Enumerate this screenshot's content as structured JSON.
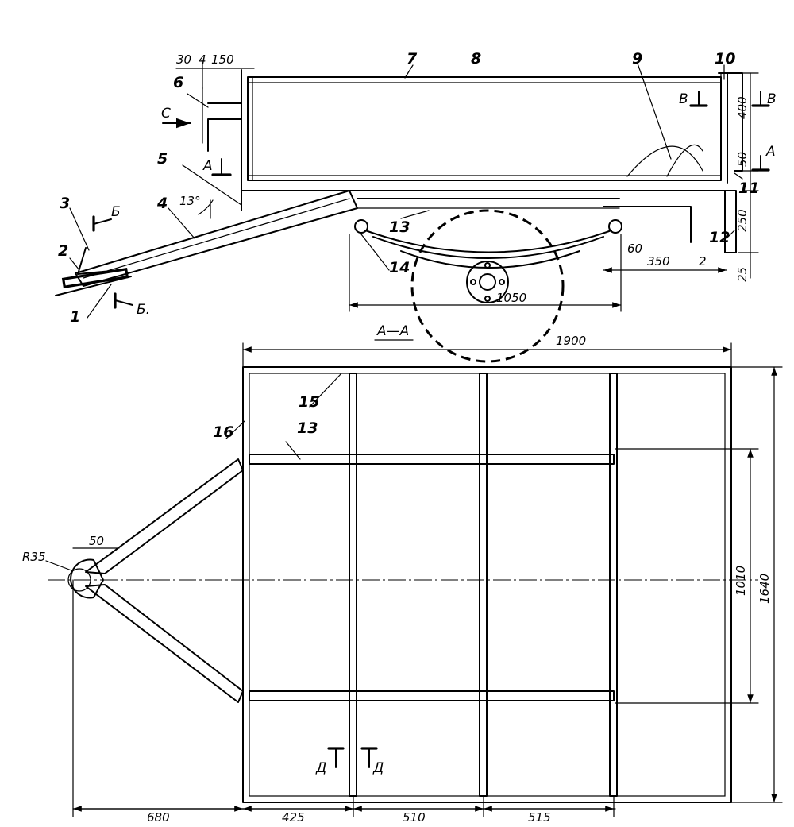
{
  "parts": [
    "1",
    "2",
    "3",
    "4",
    "5",
    "6",
    "7",
    "8",
    "9",
    "10",
    "11",
    "12",
    "13",
    "14",
    "15",
    "16",
    "13"
  ],
  "section_marks": {
    "a": "А",
    "a_right": "А",
    "b_top": "Б",
    "b_bottom": "Б.",
    "c": "С",
    "v_left": "В",
    "v_right": "В",
    "d_left": "Д",
    "d_right": "Д",
    "aa_title": "А—А"
  },
  "dims": {
    "d30": "30",
    "d4": "4",
    "d150": "150",
    "angle": "13°",
    "d400": "400",
    "d50v": "50",
    "d250": "250",
    "d25": "25",
    "d60": "60",
    "d350": "350",
    "d2": "2",
    "d1050": "1050",
    "d1900": "1900",
    "d1010": "1010",
    "d1640": "1640",
    "r35": "R35",
    "d50h": "50",
    "d680": "680",
    "d425": "425",
    "d510": "510",
    "d515": "515"
  }
}
